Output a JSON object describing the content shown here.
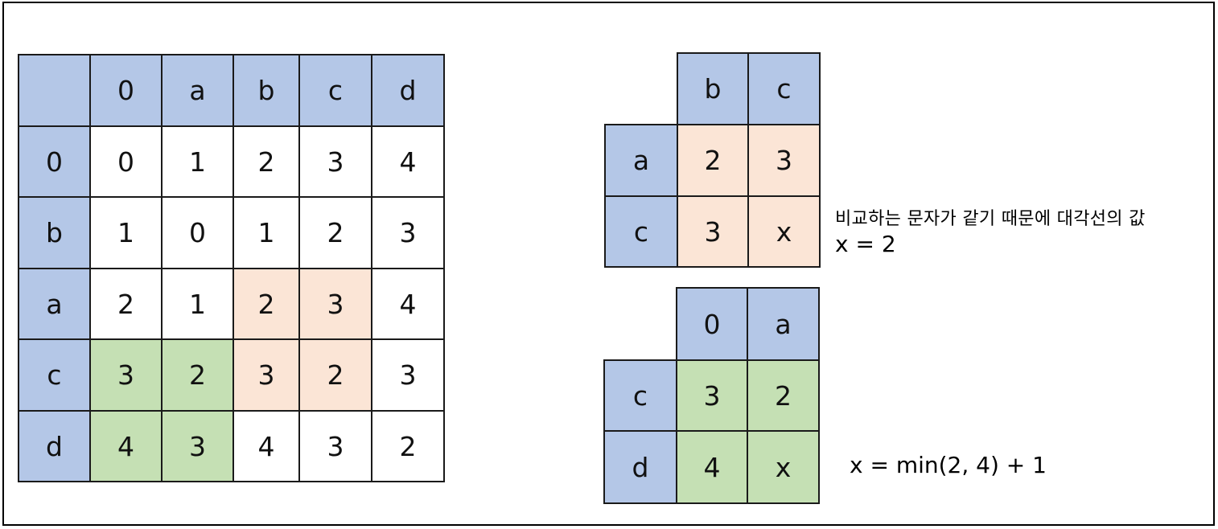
{
  "colors": {
    "header": "#b4c7e7",
    "plain": "#ffffff",
    "compare": "#fbe5d6",
    "mismatch": "#c5e0b4",
    "border": "#1a1a1a"
  },
  "main_table": {
    "col_headers": [
      "",
      "0",
      "a",
      "b",
      "c",
      "d"
    ],
    "rows": [
      {
        "label": "0",
        "values": [
          "0",
          "1",
          "2",
          "3",
          "4"
        ],
        "fills": [
          "plain",
          "plain",
          "plain",
          "plain",
          "plain"
        ]
      },
      {
        "label": "b",
        "values": [
          "1",
          "0",
          "1",
          "2",
          "3"
        ],
        "fills": [
          "plain",
          "plain",
          "plain",
          "plain",
          "plain"
        ]
      },
      {
        "label": "a",
        "values": [
          "2",
          "1",
          "2",
          "3",
          "4"
        ],
        "fills": [
          "plain",
          "plain",
          "compare",
          "compare",
          "plain"
        ]
      },
      {
        "label": "c",
        "values": [
          "3",
          "2",
          "3",
          "2",
          "3"
        ],
        "fills": [
          "mismatch",
          "mismatch",
          "compare",
          "compare",
          "plain"
        ]
      },
      {
        "label": "d",
        "values": [
          "4",
          "3",
          "4",
          "3",
          "2"
        ],
        "fills": [
          "mismatch",
          "mismatch",
          "plain",
          "plain",
          "plain"
        ]
      }
    ]
  },
  "top_example": {
    "col_headers": [
      "b",
      "c"
    ],
    "rows": [
      {
        "label": "a",
        "values": [
          "2",
          "3"
        ],
        "fill": "compare"
      },
      {
        "label": "c",
        "values": [
          "3",
          "x"
        ],
        "fill": "compare"
      }
    ],
    "description": "비교하는 문자가 같기 때문에 대각선의 값",
    "equation": "x = 2"
  },
  "bottom_example": {
    "col_headers": [
      "0",
      "a"
    ],
    "rows": [
      {
        "label": "c",
        "values": [
          "3",
          "2"
        ],
        "fill": "mismatch"
      },
      {
        "label": "d",
        "values": [
          "4",
          "x"
        ],
        "fill": "mismatch"
      }
    ],
    "equation": "x = min(2, 4) + 1"
  }
}
